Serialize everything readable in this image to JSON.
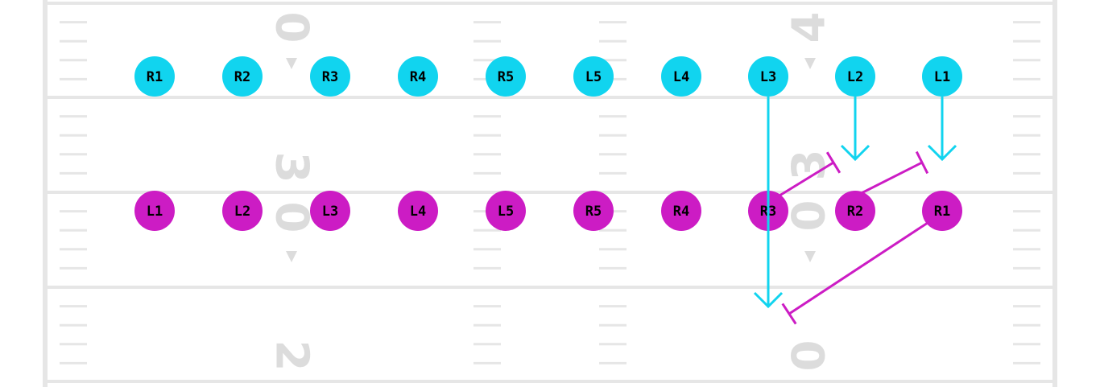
{
  "colors": {
    "field": "#ffffff",
    "lines": "#e6e6e6",
    "yard_numbers": "#dcdcdc",
    "receiving_team": "#11d4ef",
    "kicking_team": "#cc1cc4",
    "label_text": "#000000"
  },
  "yard_numbers": {
    "left_column": [
      "0",
      "3",
      "0",
      "2"
    ],
    "right_column": [
      "4",
      "3",
      "0",
      "0"
    ]
  },
  "receiving_team": {
    "players": [
      {
        "label": "R1"
      },
      {
        "label": "R2"
      },
      {
        "label": "R3"
      },
      {
        "label": "R4"
      },
      {
        "label": "R5"
      },
      {
        "label": "L5"
      },
      {
        "label": "L4"
      },
      {
        "label": "L3"
      },
      {
        "label": "L2"
      },
      {
        "label": "L1"
      }
    ]
  },
  "kicking_team": {
    "players": [
      {
        "label": "L1"
      },
      {
        "label": "L2"
      },
      {
        "label": "L3"
      },
      {
        "label": "L4"
      },
      {
        "label": "L5"
      },
      {
        "label": "R5"
      },
      {
        "label": "R4"
      },
      {
        "label": "R3"
      },
      {
        "label": "R2"
      },
      {
        "label": "R1"
      }
    ]
  },
  "routes": [
    {
      "from": "receiving:L1",
      "type": "arrow"
    },
    {
      "from": "receiving:L2",
      "type": "arrow"
    },
    {
      "from": "receiving:L3",
      "type": "arrow"
    },
    {
      "from": "kicking:R1",
      "type": "block"
    },
    {
      "from": "kicking:R2",
      "type": "block"
    },
    {
      "from": "kicking:R3",
      "type": "block"
    }
  ]
}
